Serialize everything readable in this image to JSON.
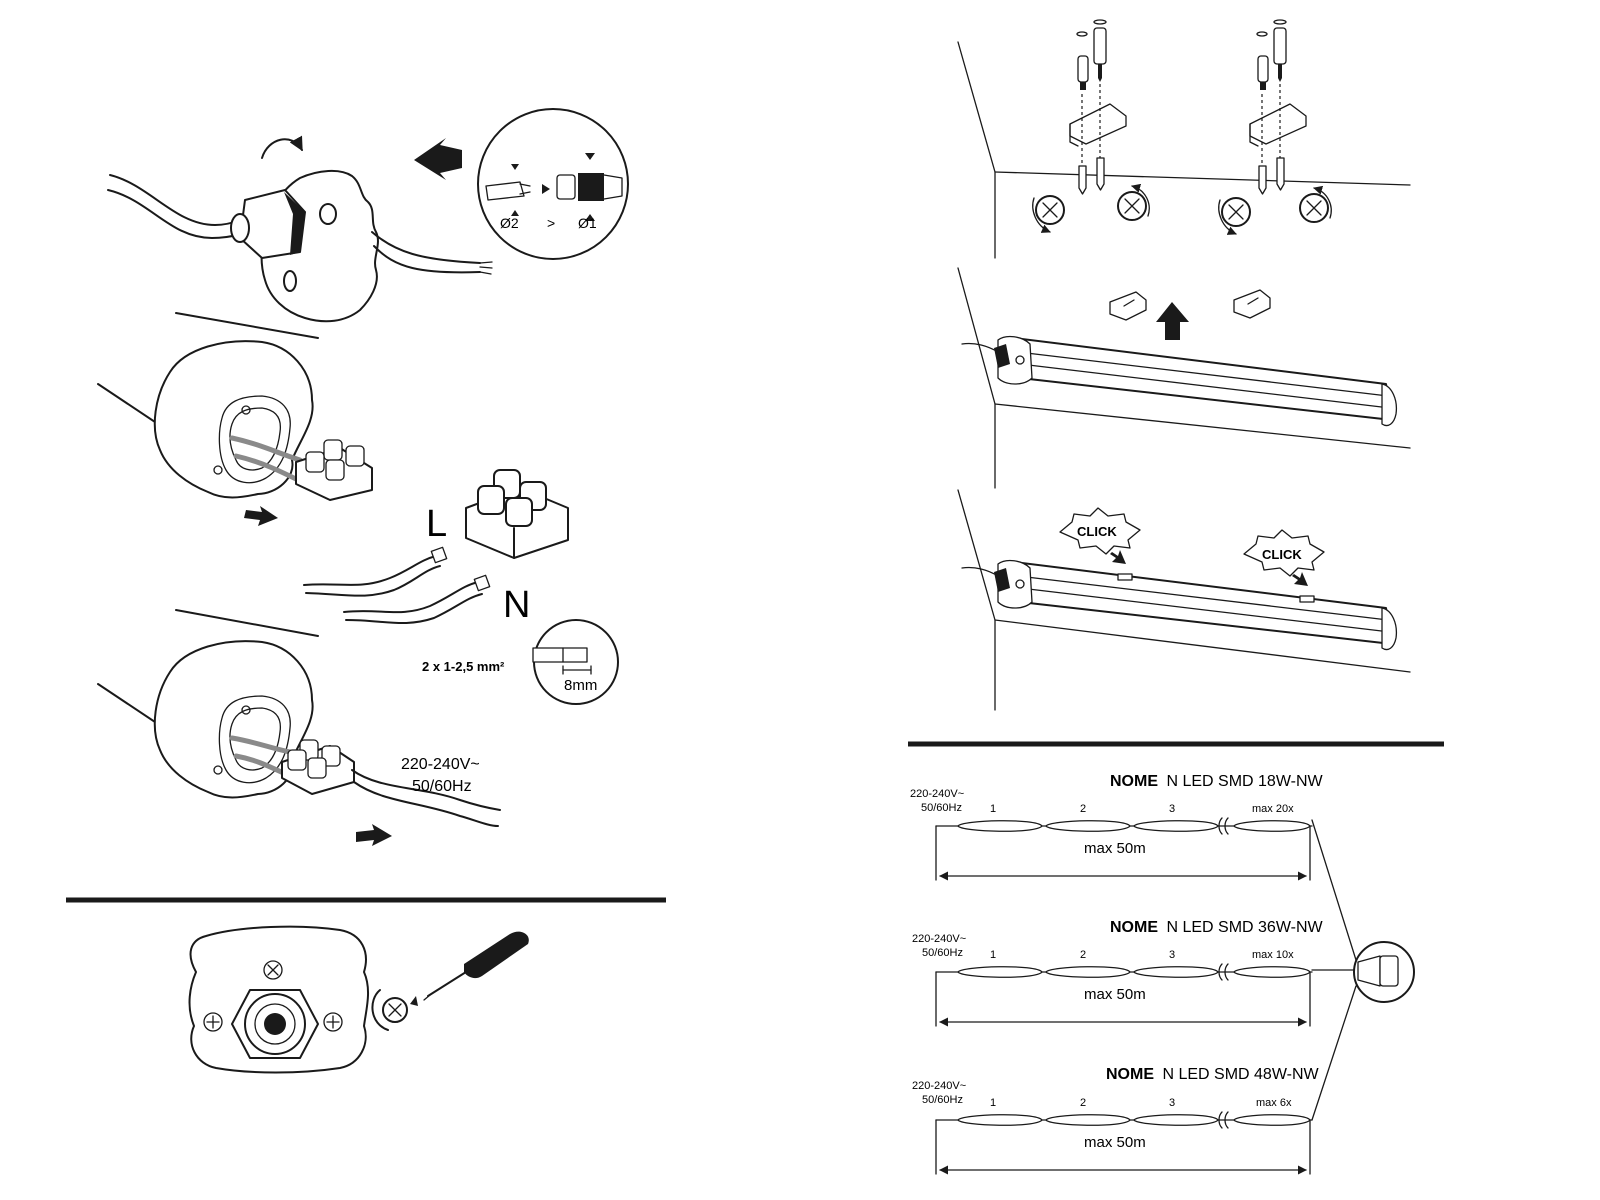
{
  "gland_detail": {
    "left_label": "Ø2",
    "compare": ">",
    "right_label": "Ø1"
  },
  "wiring": {
    "live_label": "L",
    "neutral_label": "N",
    "cable_spec": "2 x 1-2,5 mm²",
    "strip_length": "8mm",
    "voltage": "220-240V~",
    "frequency": "50/60Hz"
  },
  "mounting": {
    "click_label_1": "CLICK",
    "click_label_2": "CLICK"
  },
  "chains": [
    {
      "title_brand": "NOME",
      "title_model": "N LED SMD 18W-NW",
      "supply_voltage": "220-240V~",
      "supply_freq": "50/60Hz",
      "unit_labels": [
        "1",
        "2",
        "3",
        "max 20x"
      ],
      "length_label": "max 50m"
    },
    {
      "title_brand": "NOME",
      "title_model": "N LED SMD 36W-NW",
      "supply_voltage": "220-240V~",
      "supply_freq": "50/60Hz",
      "unit_labels": [
        "1",
        "2",
        "3",
        "max 10x"
      ],
      "length_label": "max 50m"
    },
    {
      "title_brand": "NOME",
      "title_model": "N LED SMD 48W-NW",
      "supply_voltage": "220-240V~",
      "supply_freq": "50/60Hz",
      "unit_labels": [
        "1",
        "2",
        "3",
        "max 6x"
      ],
      "length_label": "max 50m"
    }
  ]
}
